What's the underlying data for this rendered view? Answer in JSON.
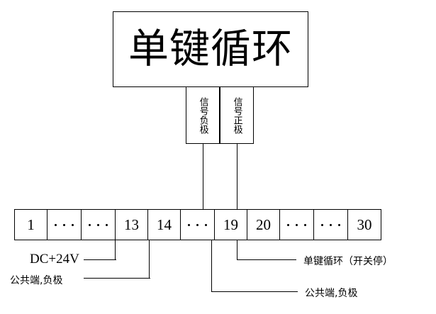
{
  "diagram": {
    "title_box": {
      "label": "单键循环"
    },
    "signal_boxes": [
      {
        "name": "signal-negative",
        "label": "信号负极"
      },
      {
        "name": "signal-positive",
        "label": "信号正极"
      }
    ],
    "terminal_strip": {
      "cells": [
        {
          "type": "number",
          "label": "1"
        },
        {
          "type": "dots",
          "label": ""
        },
        {
          "type": "dots",
          "label": ""
        },
        {
          "type": "number",
          "label": "13"
        },
        {
          "type": "number",
          "label": "14"
        },
        {
          "type": "dots",
          "label": ""
        },
        {
          "type": "number",
          "label": "19"
        },
        {
          "type": "number",
          "label": "20"
        },
        {
          "type": "dots",
          "label": ""
        },
        {
          "type": "dots",
          "label": ""
        },
        {
          "type": "number",
          "label": "30"
        }
      ]
    },
    "annotations": {
      "power_supply": "DC+24V",
      "common_negative_left": "公共端,负极",
      "single_key_cycle": "单键循环（开关停）",
      "common_negative_right": "公共端,负极"
    },
    "colors": {
      "line": "#000000",
      "background": "#ffffff"
    }
  }
}
